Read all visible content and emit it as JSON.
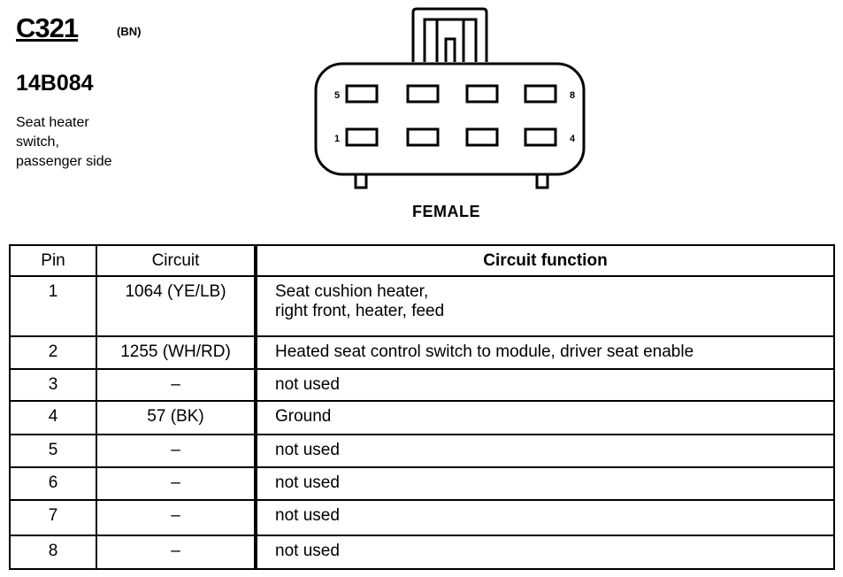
{
  "header": {
    "connector_id": "C321",
    "connector_color": "(BN)",
    "part_number": "14B084",
    "description_lines": [
      "Seat heater",
      "switch,",
      "passenger side"
    ]
  },
  "connector": {
    "gender": "FEMALE",
    "pin_labels": {
      "top_left": "5",
      "top_right": "8",
      "bottom_left": "1",
      "bottom_right": "4"
    }
  },
  "table": {
    "headers": {
      "pin": "Pin",
      "circuit": "Circuit",
      "function": "Circuit function"
    },
    "rows": [
      {
        "pin": "1",
        "circuit": "1064 (YE/LB)",
        "function_lines": [
          "Seat cushion heater,",
          "right front, heater, feed"
        ]
      },
      {
        "pin": "2",
        "circuit": "1255 (WH/RD)",
        "function_lines": [
          "Heated seat control switch to module, driver seat enable"
        ]
      },
      {
        "pin": "3",
        "circuit": "–",
        "function_lines": [
          "not used"
        ]
      },
      {
        "pin": "4",
        "circuit": "57 (BK)",
        "function_lines": [
          "Ground"
        ]
      },
      {
        "pin": "5",
        "circuit": "–",
        "function_lines": [
          "not used"
        ]
      },
      {
        "pin": "6",
        "circuit": "–",
        "function_lines": [
          "not used"
        ]
      },
      {
        "pin": "7",
        "circuit": "–",
        "function_lines": [
          "not used"
        ]
      },
      {
        "pin": "8",
        "circuit": "–",
        "function_lines": [
          "not used"
        ]
      }
    ]
  }
}
